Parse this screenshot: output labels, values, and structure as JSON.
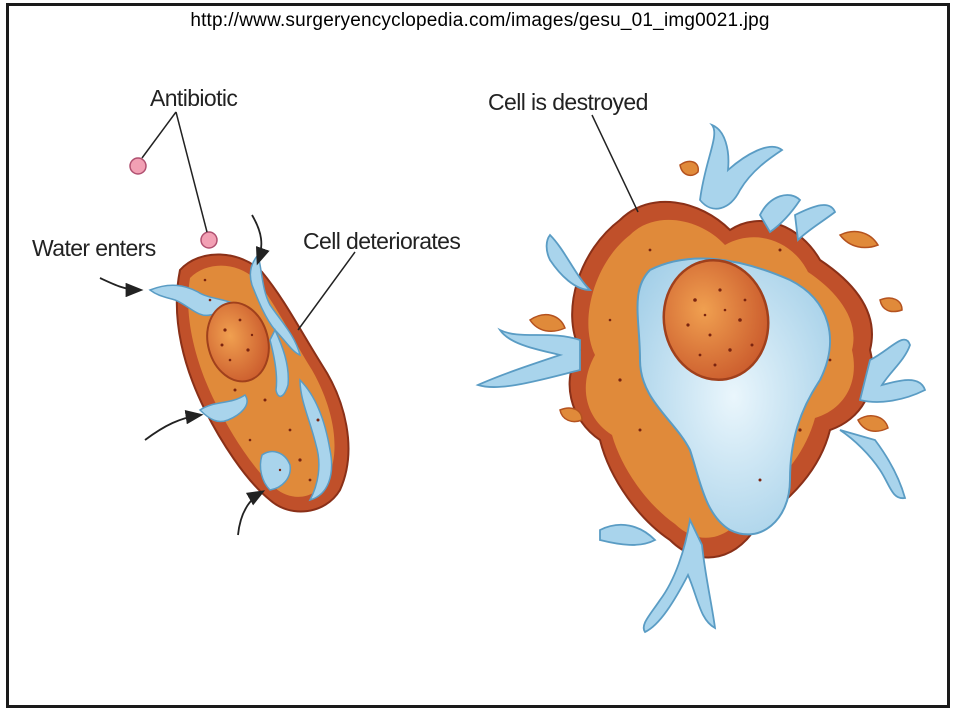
{
  "source_url": "http://www.surgeryencyclopedia.com/images/gesu_01_img0021.jpg",
  "labels": {
    "antibiotic": "Antibiotic",
    "water_enters": "Water enters",
    "cell_deteriorates": "Cell deteriorates",
    "cell_destroyed": "Cell is destroyed"
  },
  "colors": {
    "membrane": "#c0502a",
    "cytoplasm": "#e08a3a",
    "water": "#a9d4ec",
    "nucleus": "#d8702e",
    "antibiotic": "#f2a0b4"
  }
}
